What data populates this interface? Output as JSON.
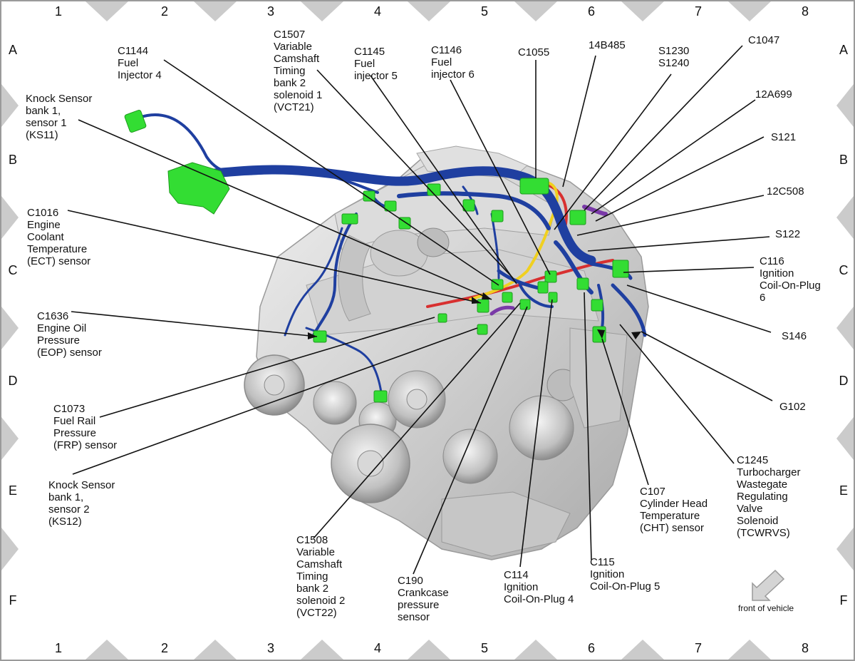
{
  "grid": {
    "columns": [
      "1",
      "2",
      "3",
      "4",
      "5",
      "6",
      "7",
      "8"
    ],
    "rows": [
      "A",
      "B",
      "C",
      "D",
      "E",
      "F"
    ]
  },
  "labels": {
    "knock_sensor_1": "Knock Sensor\nbank 1,\nsensor 1\n(KS11)",
    "c1144": "C1144\nFuel\nInjector 4",
    "c1507": "C1507\nVariable\nCamshaft\nTiming\nbank 2\nsolenoid 1\n(VCT21)",
    "c1145": "C1145\nFuel\ninjector 5",
    "c1146": "C1146\nFuel\ninjector 6",
    "c1055": "C1055",
    "b14b485": "14B485",
    "s1230": "S1230\nS1240",
    "c1047": "C1047",
    "a12a699": "12A699",
    "s121": "S121",
    "c12c508": "12C508",
    "s122": "S122",
    "c116": "C116\nIgnition\nCoil-On-Plug\n6",
    "s146": "S146",
    "g102": "G102",
    "c1016": "C1016\nEngine\nCoolant\nTemperature\n(ECT) sensor",
    "c1636": "C1636\nEngine Oil\nPressure\n(EOP) sensor",
    "c1073": "C1073\nFuel Rail\nPressure\n(FRP) sensor",
    "knock_sensor_2": "Knock Sensor\nbank 1,\nsensor 2\n(KS12)",
    "c1508": "C1508\nVariable\nCamshaft\nTiming\nbank 2\nsolenoid 2\n(VCT22)",
    "c190": "C190\nCrankcase\npressure\nsensor",
    "c114": "C114\nIgnition\nCoil-On-Plug 4",
    "c115": "C115\nIgnition\nCoil-On-Plug 5",
    "c107": "C107\nCylinder Head\nTemperature\n(CHT) sensor",
    "c1245": "C1245\nTurbocharger\nWastegate\nRegulating\nValve\nSolenoid\n(TCWRVS)",
    "front_of_vehicle": "front of vehicle"
  },
  "colors": {
    "harness": "#1f3fa0",
    "connector": "#33dd33",
    "wire_red": "#d83030",
    "wire_yellow": "#f0d020",
    "wire_purple": "#7a3aa8",
    "engine": "#c8c8c8",
    "marker": "#c8c8c8"
  }
}
